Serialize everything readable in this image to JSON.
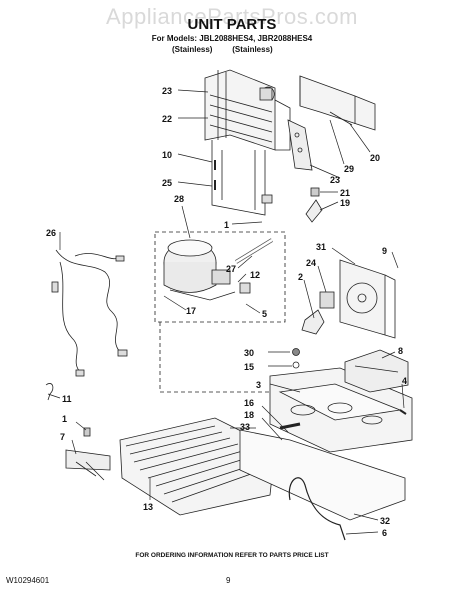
{
  "watermark": "AppliancePartsPros.com",
  "title": "UNIT PARTS",
  "subtitle": "For Models: JBL2088HES4, JBR2088HES4",
  "variants": [
    "(Stainless)",
    "(Stainless)"
  ],
  "callouts": [
    "23",
    "22",
    "10",
    "25",
    "28",
    "1",
    "26",
    "27",
    "12",
    "17",
    "5",
    "20",
    "29",
    "23",
    "21",
    "19",
    "9",
    "31",
    "24",
    "2",
    "30",
    "15",
    "8",
    "3",
    "4",
    "11",
    "16",
    "18",
    "33",
    "1",
    "7",
    "13",
    "32",
    "6"
  ],
  "footer_note": "FOR ORDERING INFORMATION REFER TO PARTS PRICE LIST",
  "doc_number": "W10294601",
  "page_number": "9"
}
